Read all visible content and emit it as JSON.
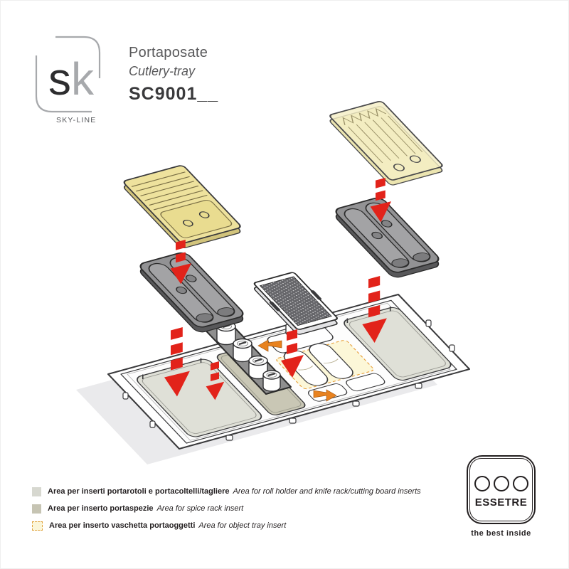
{
  "brand": {
    "logo_s": "s",
    "logo_k": "k",
    "tagline": "SKY-LINE"
  },
  "header": {
    "title_it": "Portaposate",
    "title_en": "Cutlery-tray",
    "model": "SC9001__"
  },
  "diagram": {
    "description": "Exploded isometric view of cutlery tray with drop-in inserts",
    "colors": {
      "arrow_red": "#e2231a",
      "arrow_orange": "#e8821f",
      "knife_block_yellow": "#eee29d",
      "knife_rack_translucent_yellow": "#f4eec4",
      "roll_holder_gray": "#929294",
      "tray_outline": "#3a3a3c",
      "area_roll_holder_knife_rack": "#dfe0d7",
      "area_spice_rack": "#c9c7b5",
      "area_object_tray": "#fcf7d8"
    }
  },
  "legend": {
    "items": [
      {
        "label_it": "Area per inserti portarotoli e portacoltelli/tagliere",
        "label_en": "Area for roll holder and knife rack/cutting board inserts",
        "swatch_color": "#d7d8d0"
      },
      {
        "label_it": "Area per inserto portaspezie",
        "label_en": "Area for spice rack insert",
        "swatch_color": "#c6c4b3"
      },
      {
        "label_it": "Area per inserto vaschetta portaoggetti",
        "label_en": "Area for object tray insert",
        "swatch_color": "#fbf6d8"
      }
    ]
  },
  "footer_logo": {
    "name": "ESSETRE",
    "slogan": "the best inside"
  }
}
